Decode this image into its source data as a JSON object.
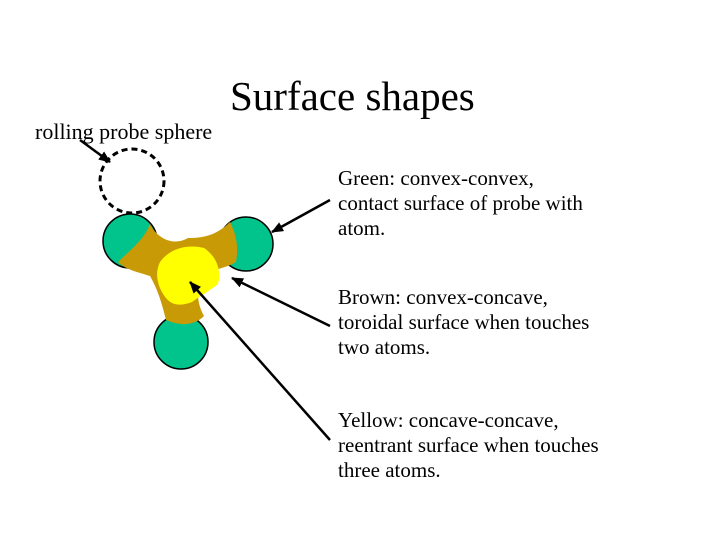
{
  "title": "Surface shapes",
  "probe_label": "rolling probe sphere",
  "descriptions": [
    {
      "lines": [
        "Green: convex-convex,",
        "contact surface of probe with",
        "atom."
      ]
    },
    {
      "lines": [
        "Brown: convex-concave,",
        "toroidal surface when touches",
        "two atoms."
      ]
    },
    {
      "lines": [
        "Yellow: concave-concave,",
        "reentrant surface when touches",
        "three atoms."
      ]
    }
  ],
  "colors": {
    "atom_green": "#00c48c",
    "toroidal_brown": "#c89a06",
    "reentrant_yellow": "#ffff00",
    "outline": "#000000",
    "background": "#ffffff"
  },
  "icons": [
    "probe-sphere-dashed-circle",
    "arrow"
  ]
}
